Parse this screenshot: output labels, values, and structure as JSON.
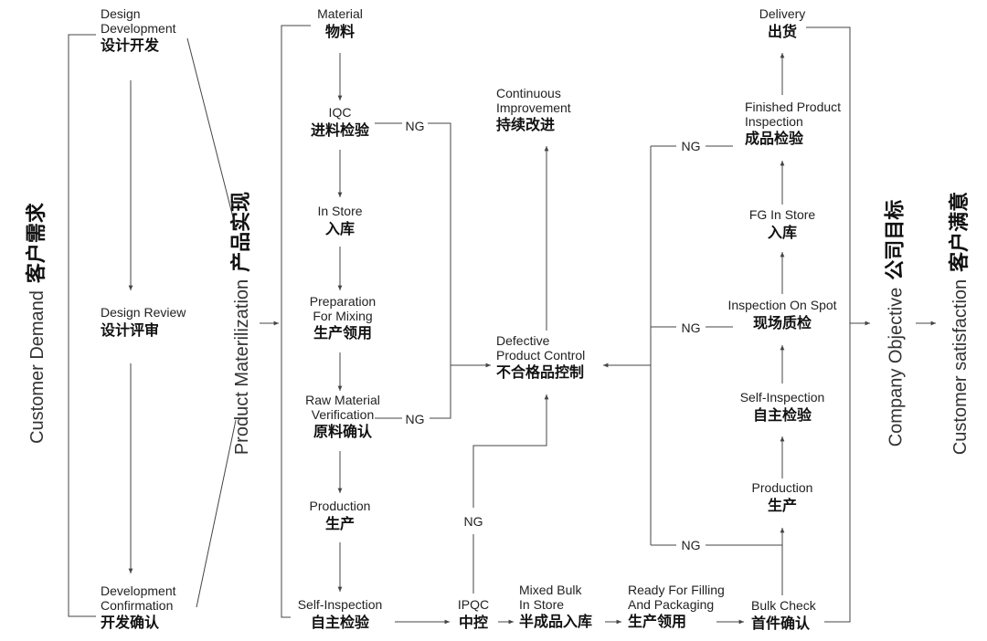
{
  "side_labels": {
    "customer_demand": {
      "en": "Customer Demand",
      "zh": "客户需求"
    },
    "product_materialization": {
      "en": "Product Materilization",
      "zh": "产品实现"
    },
    "company_objective": {
      "en": "Company Objective",
      "zh": "公司目标"
    },
    "customer_satisfaction": {
      "en": "Customer satisfaction",
      "zh": "客户满意"
    }
  },
  "design": {
    "development": {
      "en": "Design\nDevelopment",
      "zh": "设计开发"
    },
    "review": {
      "en": "Design Review",
      "zh": "设计评审"
    },
    "confirmation": {
      "en": "Development\nConfirmation",
      "zh": "开发确认"
    }
  },
  "material_flow": {
    "material": {
      "en": "Material",
      "zh": "物料"
    },
    "iqc": {
      "en": "IQC",
      "zh": "进料检验"
    },
    "in_store": {
      "en": "In Store",
      "zh": "入库"
    },
    "preparation": {
      "en": "Preparation\nFor Mixing",
      "zh": "生产领用"
    },
    "raw_verification": {
      "en": "Raw Material\nVerification",
      "zh": "原料确认"
    },
    "production": {
      "en": "Production",
      "zh": "生产"
    },
    "self_inspection": {
      "en": "Self-Inspection",
      "zh": "自主检验"
    }
  },
  "center": {
    "continuous": {
      "en": "Continuous\nImprovement",
      "zh": "持续改进"
    },
    "defective": {
      "en": "Defective\nProduct Control",
      "zh": "不合格品控制"
    }
  },
  "bottom_flow": {
    "ipqc": {
      "en": "IPQC",
      "zh": "中控"
    },
    "mixed_bulk": {
      "en": "Mixed Bulk\nIn Store",
      "zh": "半成品入库"
    },
    "ready_filling": {
      "en": "Ready For Filling\nAnd Packaging",
      "zh": "生产领用"
    },
    "bulk_check": {
      "en": "Bulk Check",
      "zh": "首件确认"
    }
  },
  "right_flow": {
    "production": {
      "en": "Production",
      "zh": "生产"
    },
    "self_inspection": {
      "en": "Self-Inspection",
      "zh": "自主检验"
    },
    "inspection_spot": {
      "en": "Inspection On Spot",
      "zh": "现场质检"
    },
    "fg_store": {
      "en": "FG In Store",
      "zh": "入库"
    },
    "finished_inspection": {
      "en": "Finished Product\nInspection",
      "zh": "成品检验"
    },
    "delivery": {
      "en": "Delivery",
      "zh": "出货"
    }
  },
  "ng_label": "NG",
  "colors": {
    "line": "#444444",
    "text": "#1a1a1a"
  }
}
